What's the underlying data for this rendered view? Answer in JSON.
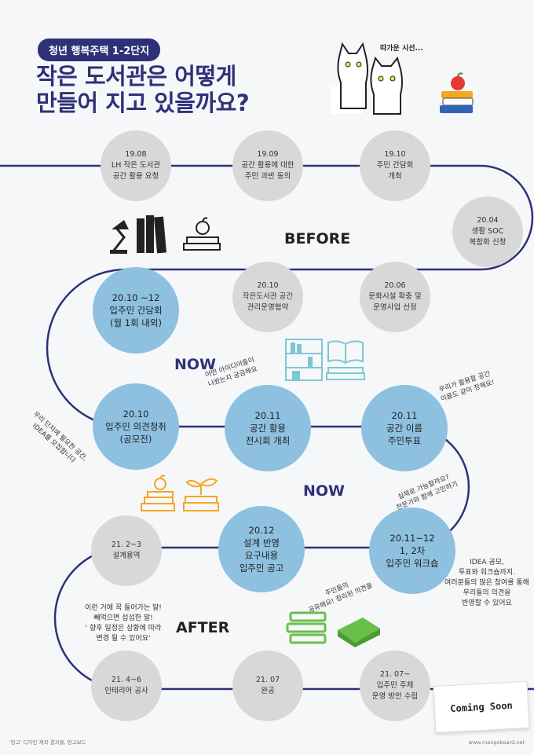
{
  "header": {
    "badge": "청년 행복주택 1-2단지",
    "title_line1": "작은 도서관은 어떻게",
    "title_line2": "만들어 지고 있을까요?",
    "cat_caption": "따가운 시선..."
  },
  "nodes": {
    "n1": {
      "l1": "19.08",
      "l2": "LH 작은 도서관",
      "l3": "공간 활용 요청"
    },
    "n2": {
      "l1": "19.09",
      "l2": "공간 활용에 대한",
      "l3": "주민 과반 동의"
    },
    "n3": {
      "l1": "19.10",
      "l2": "주민 간담회",
      "l3": "개최"
    },
    "n4": {
      "l1": "20.04",
      "l2": "생활 SOC",
      "l3": "복합화 신청"
    },
    "n5": {
      "l1": "20.06",
      "l2": "문화시설 확충 및",
      "l3": "운영사업 선정"
    },
    "n6": {
      "l1": "20.10",
      "l2": "작은도서관 공간",
      "l3": "관리운영협약"
    },
    "n7": {
      "l1": "20.10 ~12",
      "l2": "입주민 간담회",
      "l3": "(월 1회 내외)"
    },
    "n8": {
      "l1": "20.10",
      "l2": "입주민 의견청취",
      "l3": "(공모전)"
    },
    "n9": {
      "l1": "20.11",
      "l2": "공간 활용",
      "l3": "전시회 개최"
    },
    "n10": {
      "l1": "20.11",
      "l2": "공간 이름",
      "l3": "주민투표"
    },
    "n11": {
      "l1": "20.11~12",
      "l2": "1, 2차",
      "l3": "입주민 워크숍"
    },
    "n12": {
      "l1": "20.12",
      "l2": "설계 반영",
      "l3": "요구내용",
      "l4": "입주민 공고"
    },
    "n13": {
      "l1": "21. 2~3",
      "l2": "설계용역"
    },
    "n14": {
      "l1": "21. 4~6",
      "l2": "인테리어 공사"
    },
    "n15": {
      "l1": "21. 07",
      "l2": "완공"
    },
    "n16": {
      "l1": "21. 07~",
      "l2": "입주민 주체",
      "l3": "운영 방안 수립"
    }
  },
  "labels": {
    "before": "BEFORE",
    "now1": "NOW",
    "now2": "NOW",
    "after": "AFTER"
  },
  "notes": {
    "idea_left_1": "우리 단지에 필요한 공간,",
    "idea_left_2": "IDEA를 모집합니다",
    "exhibit_1": "어떤 아이디어들이",
    "exhibit_2": "나왔는지 궁금해요",
    "vote_1": "우리가 활용할 공간",
    "vote_2": "이름도 같이 정해요!",
    "workshop_1": "실제로 가능할까요?",
    "workshop_2": "전문가와 함께 고민하기",
    "share_1": "주민들의",
    "share_2": "공유해요! 정리된 의견을",
    "right_1": "IDEA 공모,",
    "right_2": "투표와 워크숍까지.",
    "right_3": "여러분들의 많은 참여를 통해",
    "right_4": "우리들의 의견을",
    "right_5": "반영할 수 있어요",
    "after_1": "이런 거에 꼭 들어가는 말!",
    "after_2": "빼먹으면 섭섭한 말!",
    "after_3": "' 향후 일정은 상황에 따라",
    "after_4": "변경 될 수 있어요'"
  },
  "coming_soon": "Coming   Soon",
  "footer": {
    "left": "'망고' 디자인 제작 결과물, 망고보드",
    "right": "www.mangoboard.net"
  },
  "colors": {
    "navy": "#2f3178",
    "blue_node": "#8ec0e0",
    "gray_node": "#d8d8d8",
    "green": "#6abf4b",
    "orange": "#f5a623",
    "red": "#e53935"
  }
}
